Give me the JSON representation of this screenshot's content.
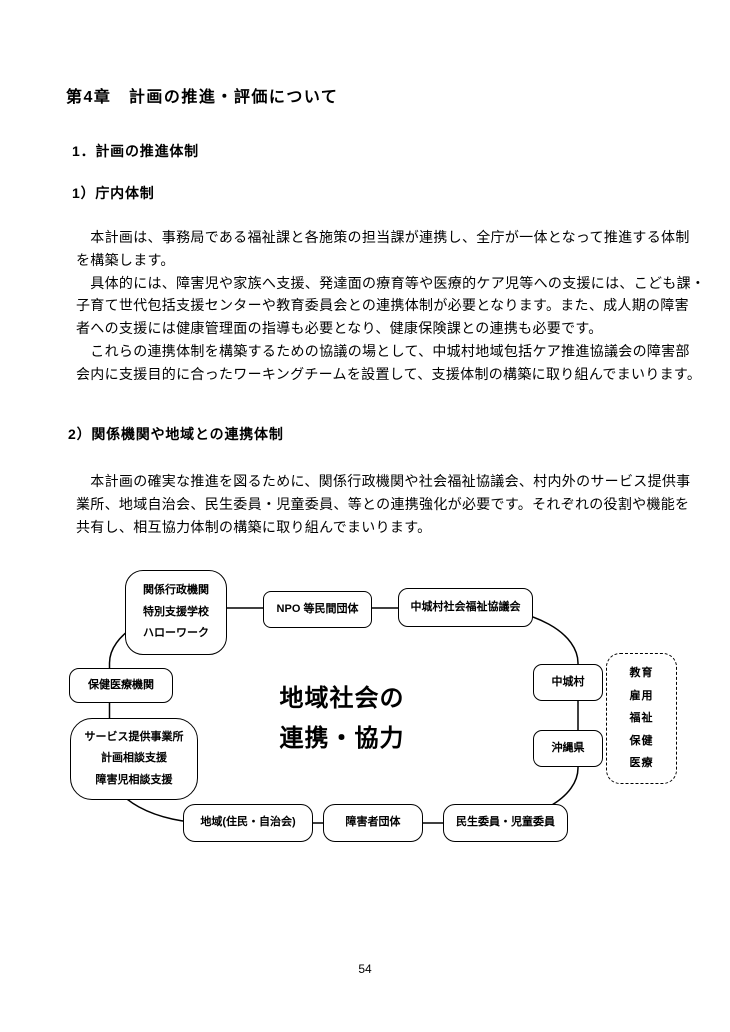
{
  "colors": {
    "ink": "#000000",
    "paper": "#ffffff"
  },
  "doc": {
    "chapter_title": "第4章　計画の推進・評価について",
    "page_number": "54",
    "section1": {
      "heading": "1．計画の推進体制",
      "sub1": {
        "heading": "1）庁内体制",
        "lines": [
          "　本計画は、事務局である福祉課と各施策の担当課が連携し、全庁が一体となって推進する体制",
          "を構築します。",
          "　具体的には、障害児や家族へ支援、発達面の療育等や医療的ケア児等への支援には、こども課・",
          "子育て世代包括支援センターや教育委員会との連携体制が必要となります。また、成人期の障害",
          "者への支援には健康管理面の指導も必要となり、健康保険課との連携も必要です。",
          "　これらの連携体制を構築するための協議の場として、中城村地域包括ケア推進協議会の障害部",
          "会内に支援目的に合ったワーキングチームを設置して、支援体制の構築に取り組んでまいります。"
        ]
      },
      "sub2": {
        "heading": "2）関係機関や地域との連携体制",
        "lines": [
          "　本計画の確実な推進を図るために、関係行政機関や社会福祉協議会、村内外のサービス提供事",
          "業所、地域自治会、民生委員・児童委員、等との連携強化が必要です。それぞれの役割や機能を",
          "共有し、相互協力体制の構築に取り組んでまいります。"
        ]
      }
    }
  },
  "diagram": {
    "center_line1": "地域社会の",
    "center_line2": "連携・協力",
    "boxes": {
      "administrative": {
        "lines": [
          "関係行政機関",
          "特別支援学校",
          "ハローワーク"
        ]
      },
      "npo": {
        "label": "NPO 等民間団体"
      },
      "council": {
        "label": "中城村社会福祉協議会"
      },
      "health": {
        "label": "保健医療機関"
      },
      "service": {
        "lines": [
          "サービス提供事業所",
          "計画相談支援",
          "障害児相談支援"
        ]
      },
      "community": {
        "label": "地域(住民・自治会)"
      },
      "disability": {
        "label": "障害者団体"
      },
      "commissioners": {
        "label": "民生委員・児童委員"
      },
      "village": {
        "label": "中城村"
      },
      "prefecture": {
        "label": "沖縄県"
      },
      "fields": {
        "items": [
          "教育",
          "雇用",
          "福祉",
          "保健",
          "医療"
        ]
      }
    }
  }
}
